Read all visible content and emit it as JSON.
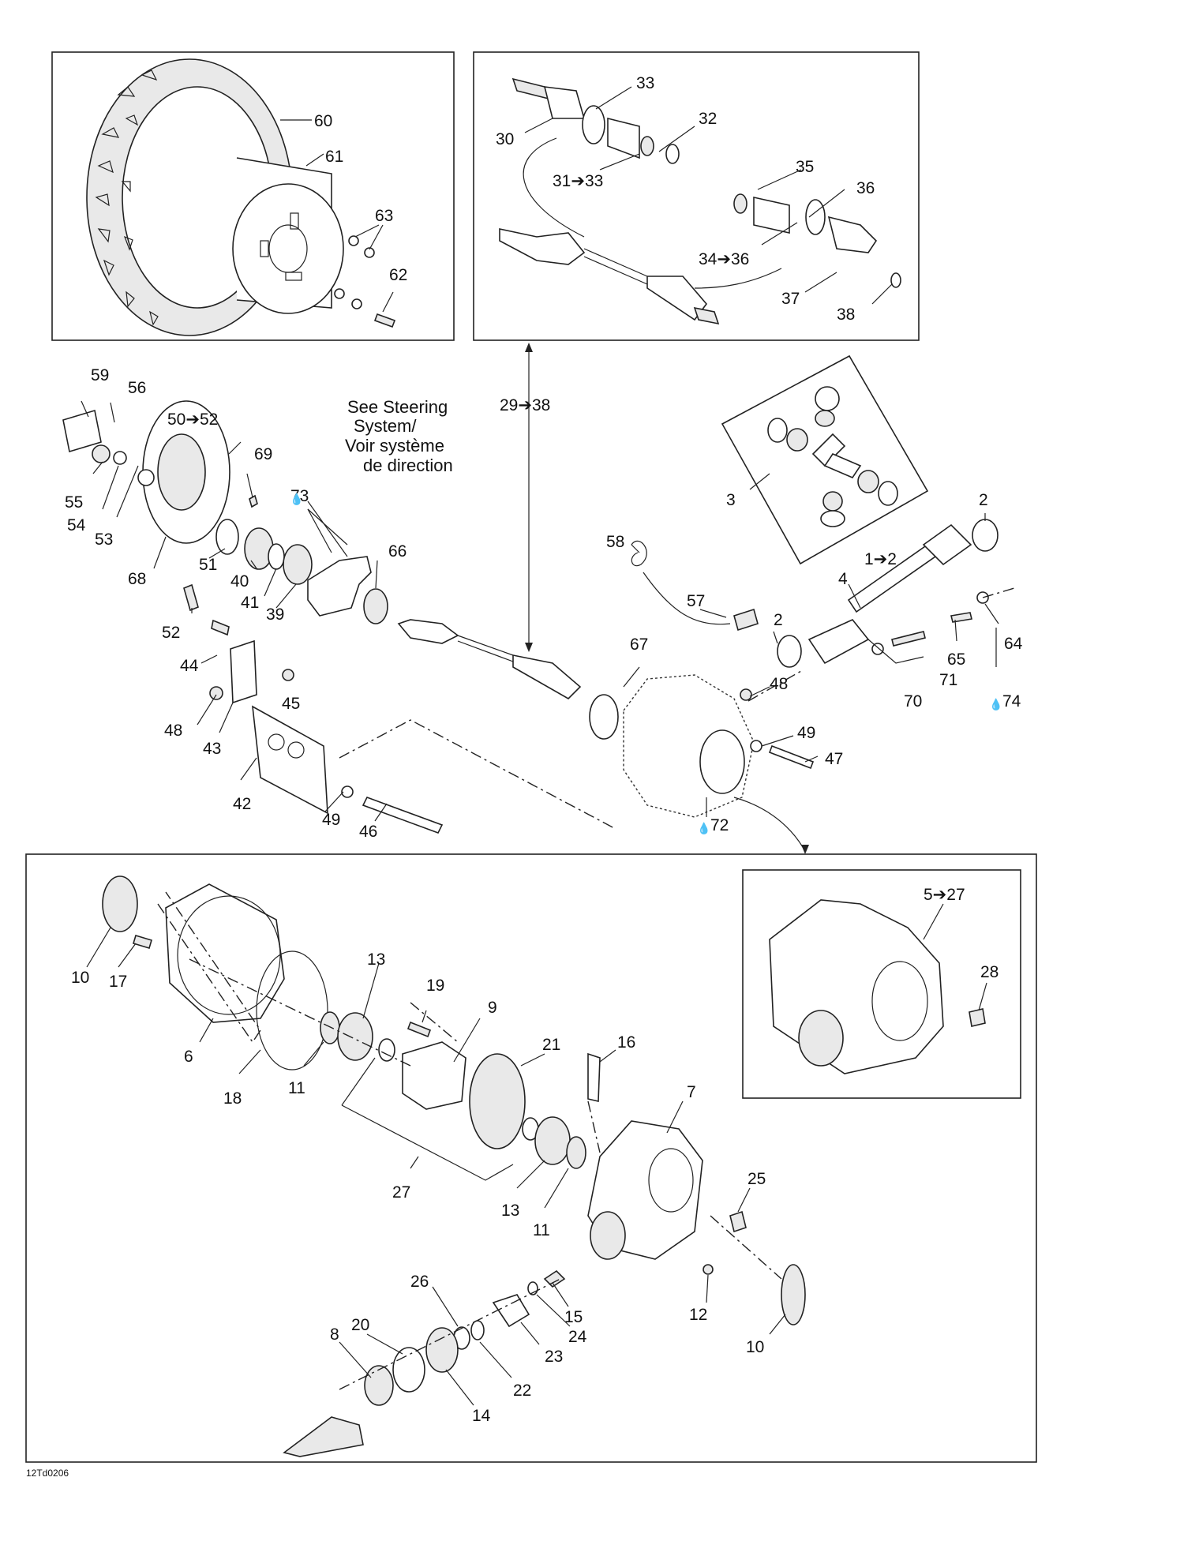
{
  "figure_code": "12Td0206",
  "steering_note": [
    "See Steering",
    "System/",
    "Voir système",
    "de direction"
  ],
  "arrow_glyph": "➔",
  "drop_glyph": "💧",
  "labels": {
    "l60": "60",
    "l61": "61",
    "l63": "63",
    "l62": "62",
    "l33a": "33",
    "l32": "32",
    "l30": "30",
    "l31_33": "31➔33",
    "l35": "35",
    "l36": "36",
    "l34_36": "34➔36",
    "l37": "37",
    "l38": "38",
    "l59": "59",
    "l56": "56",
    "l50_52": "50➔52",
    "l55": "55",
    "l54": "54",
    "l53": "53",
    "l68": "68",
    "l69": "69",
    "l73": "73",
    "l51": "51",
    "l40": "40",
    "l41": "41",
    "l39": "39",
    "l66": "66",
    "l52": "52",
    "l44": "44",
    "l45": "45",
    "l48a": "48",
    "l43": "43",
    "l42": "42",
    "l49a": "49",
    "l46": "46",
    "l29_38": "29➔38",
    "l3": "3",
    "l2a": "2",
    "l1_2": "1➔2",
    "l4": "4",
    "l58": "58",
    "l57": "57",
    "l2b": "2",
    "l64": "64",
    "l65": "65",
    "l71": "71",
    "l70": "70",
    "l74": "74",
    "l48b": "48",
    "l67": "67",
    "l49b": "49",
    "l47": "47",
    "l72": "72",
    "l10a": "10",
    "l17": "17",
    "l6": "6",
    "l18": "18",
    "l11a": "11",
    "l13a": "13",
    "l19": "19",
    "l9": "9",
    "l21": "21",
    "l16": "16",
    "l27": "27",
    "l7": "7",
    "l13b": "13",
    "l11b": "11",
    "l25": "25",
    "l12": "12",
    "l10b": "10",
    "l26": "26",
    "l20": "20",
    "l8": "8",
    "l15": "15",
    "l24": "24",
    "l23": "23",
    "l22": "22",
    "l14": "14",
    "l5_27": "5➔27",
    "l28": "28"
  }
}
